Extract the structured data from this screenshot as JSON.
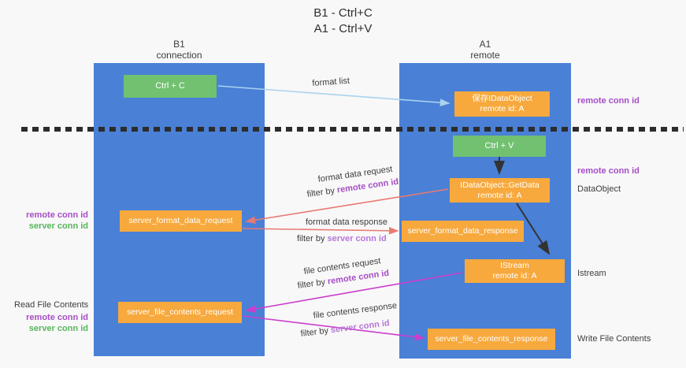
{
  "title": {
    "line1": "B1 - Ctrl+C",
    "line2": "A1 - Ctrl+V"
  },
  "lifelines": {
    "left": {
      "name": "B1",
      "role": "connection"
    },
    "right": {
      "name": "A1",
      "role": "remote"
    }
  },
  "boxes": {
    "ctrl_c": {
      "label": "Ctrl + C"
    },
    "save_idataobject": {
      "line1": "保存IDataObject",
      "line2": "remote id: A"
    },
    "ctrl_v": {
      "label": "Ctrl + V"
    },
    "getdata": {
      "line1": "IDataObject::GetData",
      "line2": "remote id: A"
    },
    "server_format_data_request": {
      "label": "server_format_data_request"
    },
    "server_format_data_response": {
      "label": "server_format_data_response"
    },
    "istream": {
      "line1": "IStream",
      "line2": "remote id: A"
    },
    "server_file_contents_request": {
      "label": "server_file_contents_request"
    },
    "server_file_contents_response": {
      "label": "server_file_contents_response"
    }
  },
  "arrow_labels": {
    "format_list": "format list",
    "format_data_request": "format data request",
    "format_data_response": "format data response",
    "file_contents_request": "file contents request",
    "file_contents_response": "file contents response",
    "filter_by": "filter by",
    "remote_conn_id": "remote conn id",
    "server_conn_id": "server conn id"
  },
  "side_labels": {
    "read_file_contents": "Read File Contents",
    "write_file_contents": "Write File Contents",
    "dataobject": "DataObject",
    "istream": "Istream",
    "remote_conn_id": "remote conn id",
    "server_conn_id": "server conn id"
  },
  "colors": {
    "lifeline_blue": "#4a80d6",
    "box_green": "#71c171",
    "box_orange": "#f7a93d",
    "arrow_light_blue": "#a9d3ef",
    "arrow_salmon": "#e87a72",
    "arrow_magenta": "#cb3ecb",
    "arrow_black": "#333333",
    "dashed_line": "#2c2c2c",
    "text_purple": "#a54ec5",
    "text_purple_light": "#b678d8",
    "text_green": "#58b55c"
  }
}
